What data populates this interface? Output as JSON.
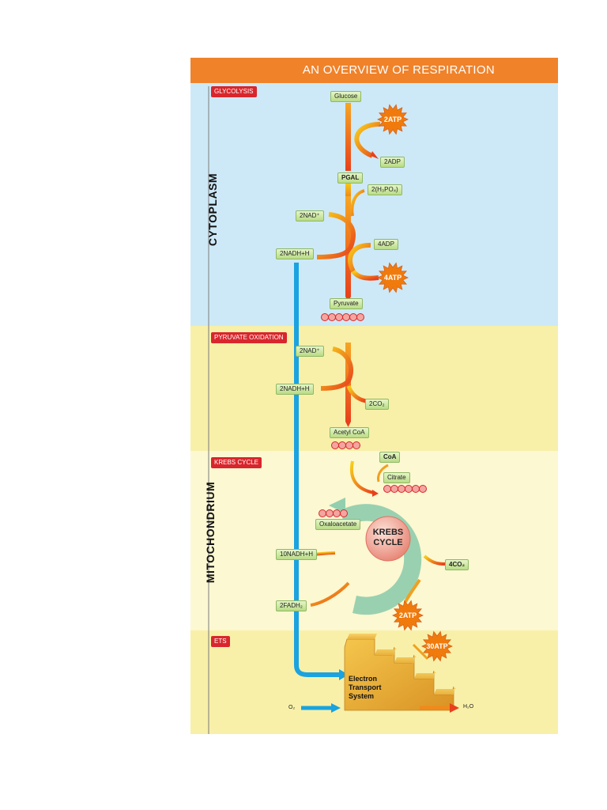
{
  "title": "AN OVERVIEW OF RESPIRATION",
  "regions": {
    "cytoplasm": "CYTOPLASM",
    "mitochondrium": "MITOCHONDRIUM"
  },
  "stages": {
    "glycolysis": "GLYCOLYSIS",
    "pyruvate_oxidation": "PYRUVATE OXIDATION",
    "krebs_cycle": "KREBS CYCLE",
    "ets": "ETS"
  },
  "molecules": {
    "glucose": "Glucose",
    "adp_2": "2ADP",
    "pgal": "PGAL",
    "phosphate": "2(H₃PO₄)",
    "nad_1": "2NAD⁺",
    "nadh_1": "2NADH+H",
    "adp_4": "4ADP",
    "pyruvate": "Pyruvate",
    "nad_2": "2NAD⁺",
    "nadh_2": "2NADH+H",
    "co2_2": "2CO₂",
    "acetyl_coa": "Acetyl CoA",
    "coa": "CoA",
    "citrate": "Citrate",
    "oxaloacetate": "Oxaloacetate",
    "nadh_10": "10NADH+H",
    "co2_4": "4CO₂",
    "fadh2": "2FADH₂",
    "o2": "O₂",
    "h2o": "H₂O"
  },
  "atp": {
    "atp_2_glycolysis": "2ATP",
    "atp_4": "4ATP",
    "atp_2_krebs": "2ATP",
    "atp_30": "30ATP"
  },
  "krebs_center": [
    "KREBS",
    "CYCLE"
  ],
  "ets_box": [
    "Electron",
    "Transport",
    "System"
  ],
  "carbon_chains": {
    "pyruvate": 6,
    "acetyl_coa": 4,
    "citrate": 6,
    "oxaloacetate": 4
  },
  "colors": {
    "header": "#f0822a",
    "cytoplasm_band": "#cde9f7",
    "pyruvate_band": "#f8f0a8",
    "krebs_band": "#fcf8d2",
    "ets_band": "#f8f0a8",
    "stage_label": "#d8262c",
    "blue_arrow": "#1aa3e0",
    "cycle_ring": "#93cfae",
    "atp_burst": "#f07b0c"
  }
}
